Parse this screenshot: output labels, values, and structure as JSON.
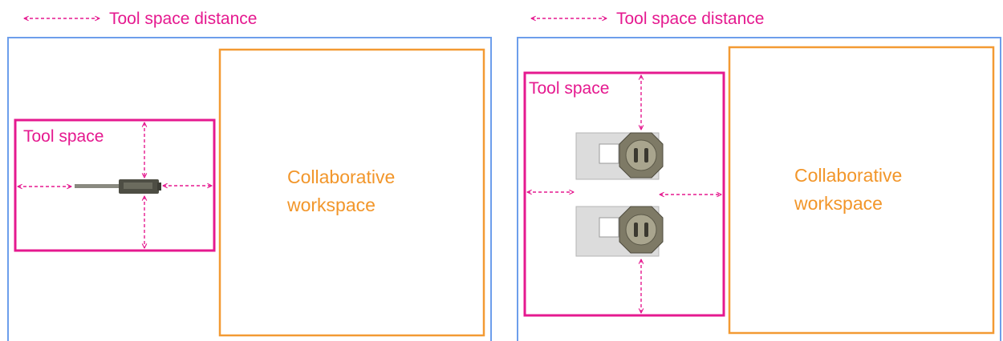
{
  "colors": {
    "outer_frame": "#6d9eeb",
    "tool_space": "#e5198f",
    "collab_workspace": "#f39a33",
    "background": "#ffffff"
  },
  "legend": {
    "label": "Tool space distance",
    "arrow": "←--------→"
  },
  "panels": [
    {
      "tool_space_label": "Tool space",
      "collab_line1": "Collaborative",
      "collab_line2": "workspace"
    },
    {
      "tool_space_label": "Tool space",
      "collab_line1": "Collaborative",
      "collab_line2": "workspace"
    }
  ]
}
